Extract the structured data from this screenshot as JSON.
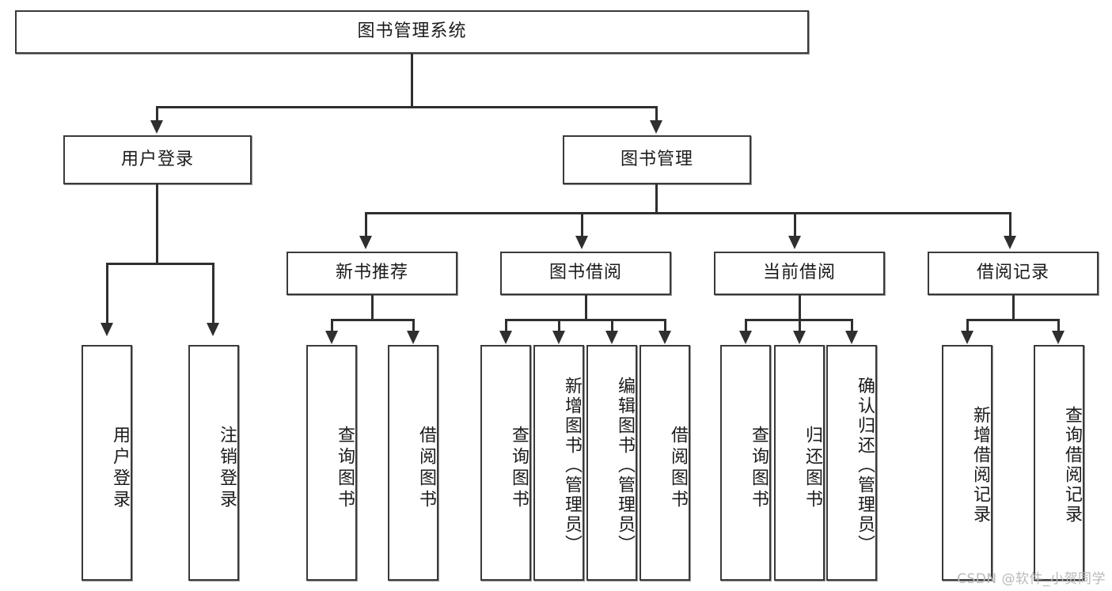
{
  "diagram": {
    "title": "图书管理系统",
    "type": "tree-hierarchy-diagram",
    "colors": {
      "box_border": "#3a3a3a",
      "line": "#2f2f2f",
      "background": "#ffffff",
      "watermark": "#b9b9b9"
    },
    "root": {
      "label": "图书管理系统"
    },
    "level2": [
      {
        "label": "用户登录"
      },
      {
        "label": "图书管理"
      }
    ],
    "level3": [
      {
        "label": "新书推荐"
      },
      {
        "label": "图书借阅"
      },
      {
        "label": "当前借阅"
      },
      {
        "label": "借阅记录"
      }
    ],
    "leaves": {
      "user_login": [
        {
          "label": "用户登录"
        },
        {
          "label": "注销登录"
        }
      ],
      "new_book_recommend": [
        {
          "label": "查询图书"
        },
        {
          "label": "借阅图书"
        }
      ],
      "book_borrow": [
        {
          "label": "查询图书"
        },
        {
          "label": "新增图书（管理员）"
        },
        {
          "label": "编辑图书（管理员）"
        },
        {
          "label": "借阅图书"
        }
      ],
      "current_borrow": [
        {
          "label": "查询图书"
        },
        {
          "label": "归还图书"
        },
        {
          "label": "确认归还（管理员）"
        }
      ],
      "borrow_record": [
        {
          "label": "新增借阅记录"
        },
        {
          "label": "查询借阅记录"
        }
      ]
    }
  },
  "watermark": {
    "text": "CSDN @软件_小贺同学"
  }
}
